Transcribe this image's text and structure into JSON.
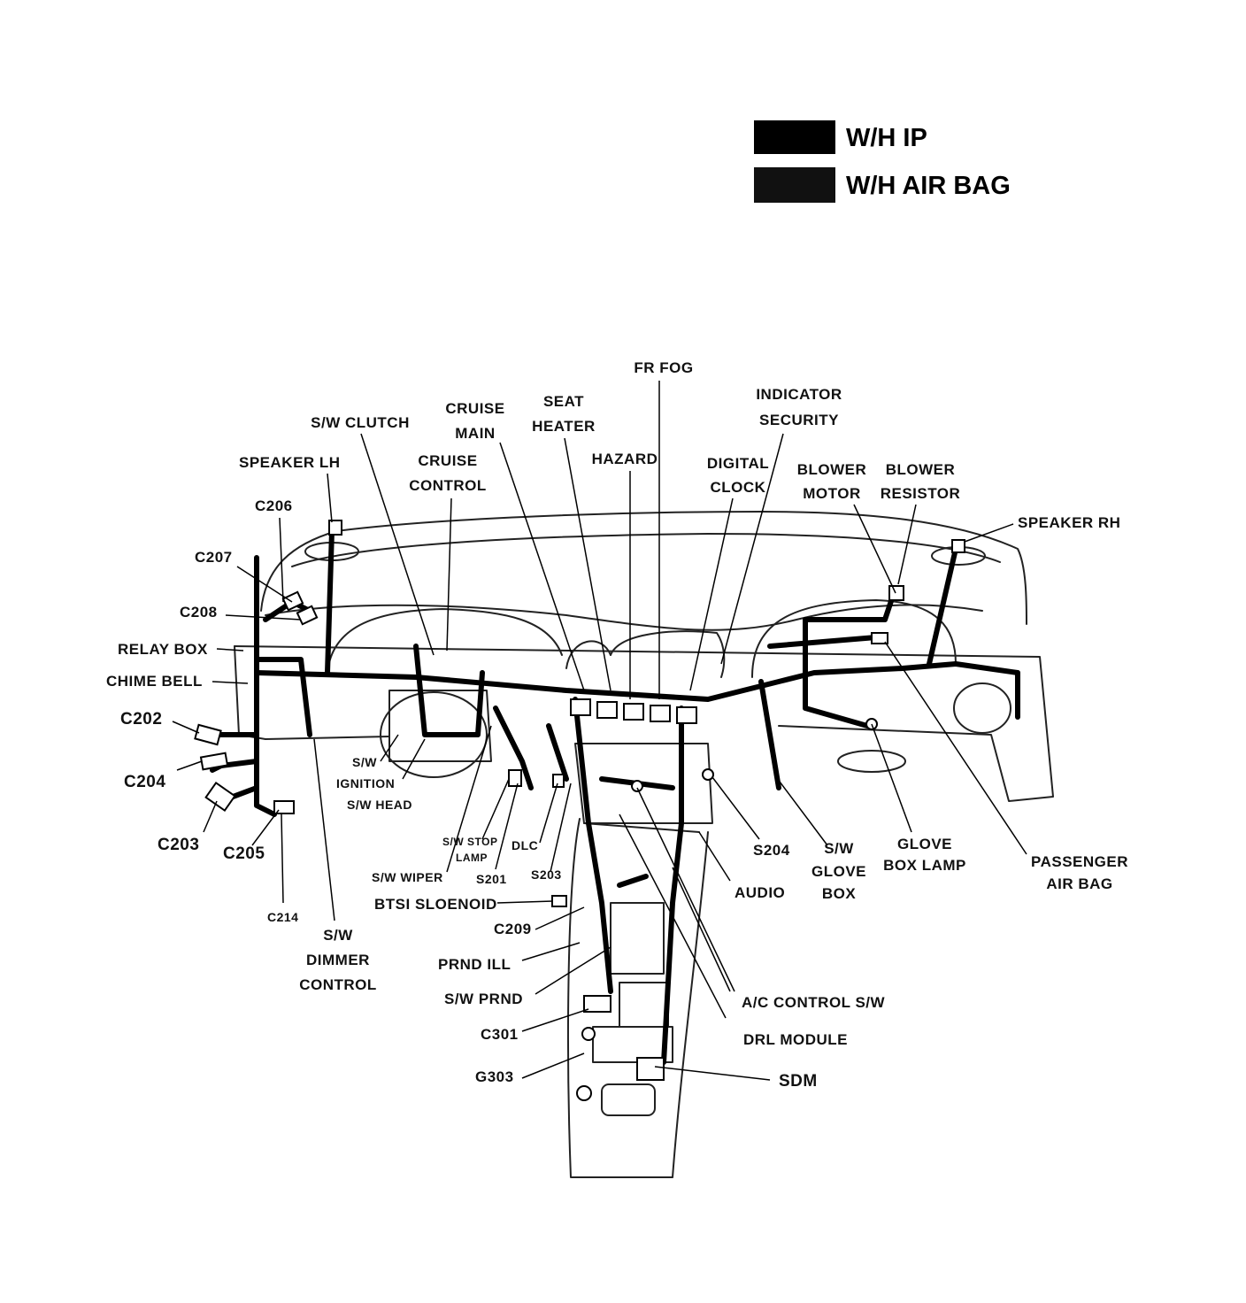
{
  "legend": [
    {
      "label": "W/H IP",
      "color": "#000000"
    },
    {
      "label": "W/H AIR BAG",
      "color": "#111111"
    }
  ],
  "labels": {
    "fr_fog": "FR FOG",
    "indicator": "INDICATOR",
    "security": "SECURITY",
    "cruise_main_1": "CRUISE",
    "cruise_main_2": "MAIN",
    "seat_heater_1": "SEAT",
    "seat_heater_2": "HEATER",
    "sw_clutch": "S/W CLUTCH",
    "hazard": "HAZARD",
    "cruise_control_1": "CRUISE",
    "cruise_control_2": "CONTROL",
    "digital_clock_1": "DIGITAL",
    "digital_clock_2": "CLOCK",
    "blower_motor_1": "BLOWER",
    "blower_motor_2": "MOTOR",
    "blower_resistor_1": "BLOWER",
    "blower_resistor_2": "RESISTOR",
    "speaker_lh": "SPEAKER LH",
    "speaker_rh": "SPEAKER RH",
    "c206": "C206",
    "c207": "C207",
    "c208": "C208",
    "relay_box": "RELAY BOX",
    "chime_bell": "CHIME BELL",
    "c202": "C202",
    "c204": "C204",
    "c203": "C203",
    "c205": "C205",
    "c214": "C214",
    "sw_dimmer_1": "S/W",
    "sw_dimmer_2": "DIMMER",
    "sw_dimmer_3": "CONTROL",
    "sw_ignition_1": "S/W",
    "sw_ignition_2": "IGNITION",
    "sw_head": "S/W HEAD",
    "sw_wiper": "S/W WIPER",
    "sw_stop_1": "S/W STOP",
    "sw_stop_2": "LAMP",
    "s201": "S201",
    "dlc": "DLC",
    "s203": "S203",
    "btsi": "BTSI SLOENOID",
    "c209": "C209",
    "prnd_ill": "PRND ILL",
    "sw_prnd": "S/W PRND",
    "c301": "C301",
    "g303": "G303",
    "s204": "S204",
    "audio": "AUDIO",
    "sw_glove_1": "S/W",
    "sw_glove_2": "GLOVE",
    "sw_glove_3": "BOX",
    "glove_lamp_1": "GLOVE",
    "glove_lamp_2": "BOX LAMP",
    "pass_airbag_1": "PASSENGER",
    "pass_airbag_2": "AIR BAG",
    "ac_control": "A/C CONTROL S/W",
    "drl_module": "DRL MODULE",
    "sdm": "SDM"
  }
}
